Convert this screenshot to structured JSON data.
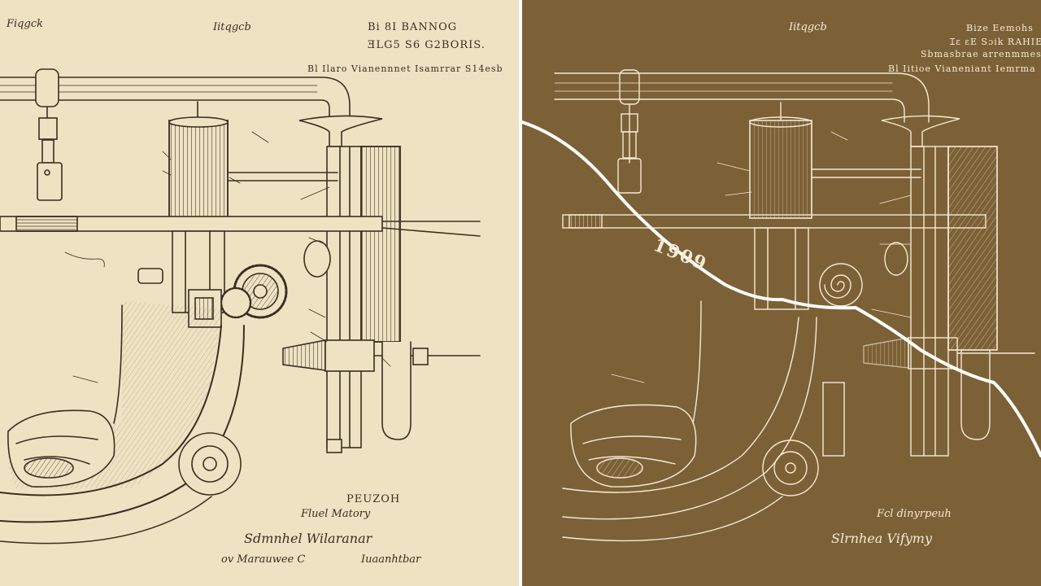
{
  "colors": {
    "paper": "#efe2c2",
    "ink": "#3a2e22",
    "blueprint_bg": "#7c6136",
    "blueprint_ink": "#f4ead6"
  },
  "left": {
    "header_left": "Fiqgck",
    "header_center": "Iitqgcb",
    "header_right_1": "Bi 8I BANNOG",
    "header_right_2": "ƎLG5 S6 G2BORIS.",
    "subheader": "Bl Ilaro Vianennnet Isamrrar S14esb",
    "footer_title": "PEUZOH",
    "footer_line": "Fluel Matory",
    "signature": "Sdmnhel Wilaranar",
    "bottom_left": "ov Marauwee C",
    "bottom_right": "Iuaanhtbar"
  },
  "right": {
    "header_center": "Iitqgcb",
    "header_right_1": "Bize Eemohs",
    "header_right_2": "Ɪɛ ɛE Sɔik RAHIEE",
    "header_right_3": "Sbmasbrae arrenmmes",
    "subheader": "Bl Iitioe Vianeniant Iemrma",
    "stamp": "1909",
    "signature": "Slrnhea Vifymy",
    "footer_line": "Fcl dinyrpeuh"
  }
}
